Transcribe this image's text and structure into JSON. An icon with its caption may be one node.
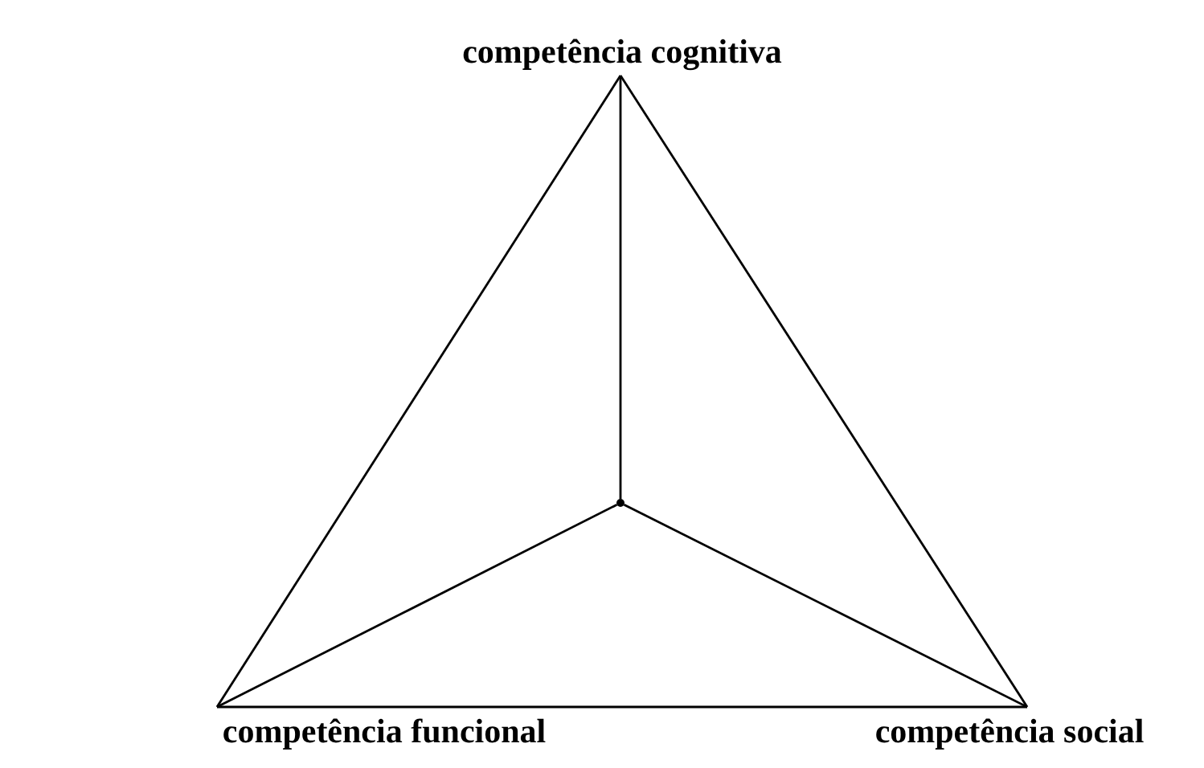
{
  "diagram": {
    "nodes": [
      {
        "text": [
          "competência cognitiva"
        ]
      },
      {
        "text": [],
        "shape": "point"
      },
      {
        "text": [
          "competência funcional"
        ]
      },
      {
        "text": [
          "competência social"
        ]
      }
    ],
    "edges": [
      {
        "from": 0,
        "to": 2,
        "arrow": "none"
      },
      {
        "from": 0,
        "to": 3,
        "arrow": "none"
      },
      {
        "from": 2,
        "to": 3,
        "arrow": "none"
      },
      {
        "from": 1,
        "to": 0,
        "arrow": "none"
      },
      {
        "from": 1,
        "to": 2,
        "arrow": "none"
      },
      {
        "from": 1,
        "to": 3,
        "arrow": "none"
      }
    ]
  }
}
